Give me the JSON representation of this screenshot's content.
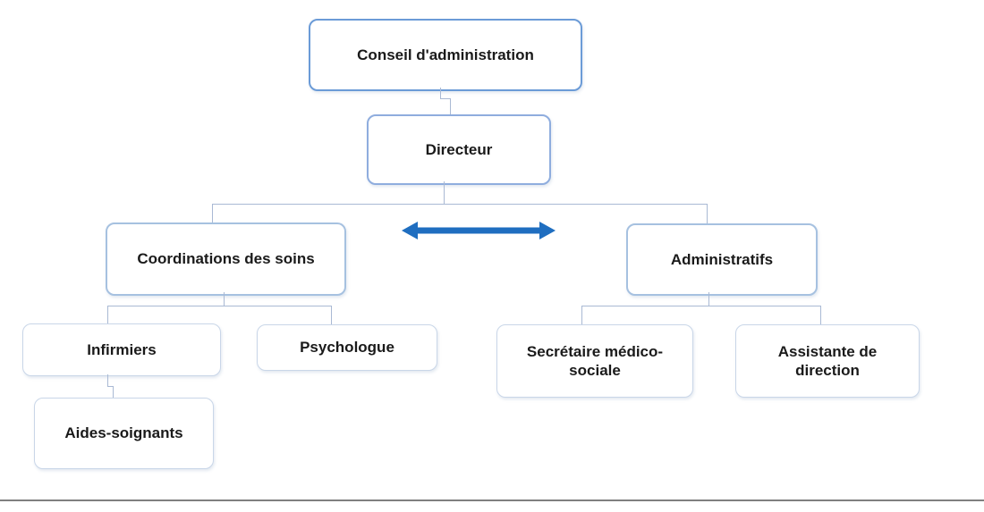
{
  "org": {
    "root": {
      "label": "Conseil d'administration"
    },
    "director": {
      "label": "Directeur"
    },
    "care": {
      "label": "Coordinations des soins",
      "children": [
        {
          "label": "Infirmiers"
        },
        {
          "label": "Psychologue"
        }
      ],
      "sub": {
        "label": "Aides-soignants"
      }
    },
    "admin": {
      "label": "Administratifs",
      "children": [
        {
          "label": "Secrétaire médico-sociale"
        },
        {
          "label": "Assistante de direction"
        }
      ]
    }
  },
  "colors": {
    "background": "#ffffff",
    "text": "#1a1a1a",
    "box_border_level1": "#6b9bd7",
    "box_border_level2": "#8fadde",
    "box_border_level3": "#a6c1e0",
    "box_border_level4": "#c9d6e8",
    "connector": "#a9b9d4",
    "arrow": "#1f6ec0",
    "divider": "#7f7f7f"
  }
}
